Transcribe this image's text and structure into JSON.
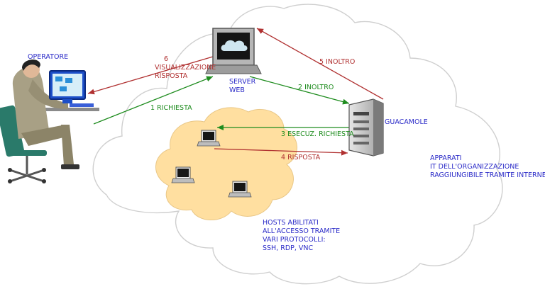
{
  "nodes": {
    "operator": {
      "label": "OPERATORE"
    },
    "server": {
      "label_lines": [
        "SERVER",
        "WEB"
      ]
    },
    "guacamole": {
      "label": "GUACAMOLE"
    }
  },
  "arrows": {
    "step1": {
      "label": "1 RICHIESTA"
    },
    "step2": {
      "label": "2 INOLTRO"
    },
    "step3": {
      "label": "3 ESECUZ. RICHIESTA"
    },
    "step4": {
      "label": "4 RISPOSTA"
    },
    "step5": {
      "label": "5 INOLTRO"
    },
    "step6": {
      "label_lines": [
        "6",
        "VISUALIZZAZIONE",
        "RISPOSTA"
      ]
    }
  },
  "annotations": {
    "it_cloud": [
      "APPARATI",
      "IT DELL'ORGANIZZAZIONE",
      "RAGGIUNGIBILE TRAMITE INTERNET"
    ],
    "hosts_cloud": [
      "HOSTS ABILITATI",
      "ALL'ACCESSO TRAMITE",
      "VARI PROTOCOLLI:",
      "SSH, RDP, VNC"
    ]
  },
  "colors": {
    "blue_text": "#2b2bc8",
    "green_arrow": "#1e8c1e",
    "red_arrow": "#b03030",
    "inner_cloud": "#ffdfa0",
    "outer_cloud_stroke": "#cfcfcf"
  }
}
